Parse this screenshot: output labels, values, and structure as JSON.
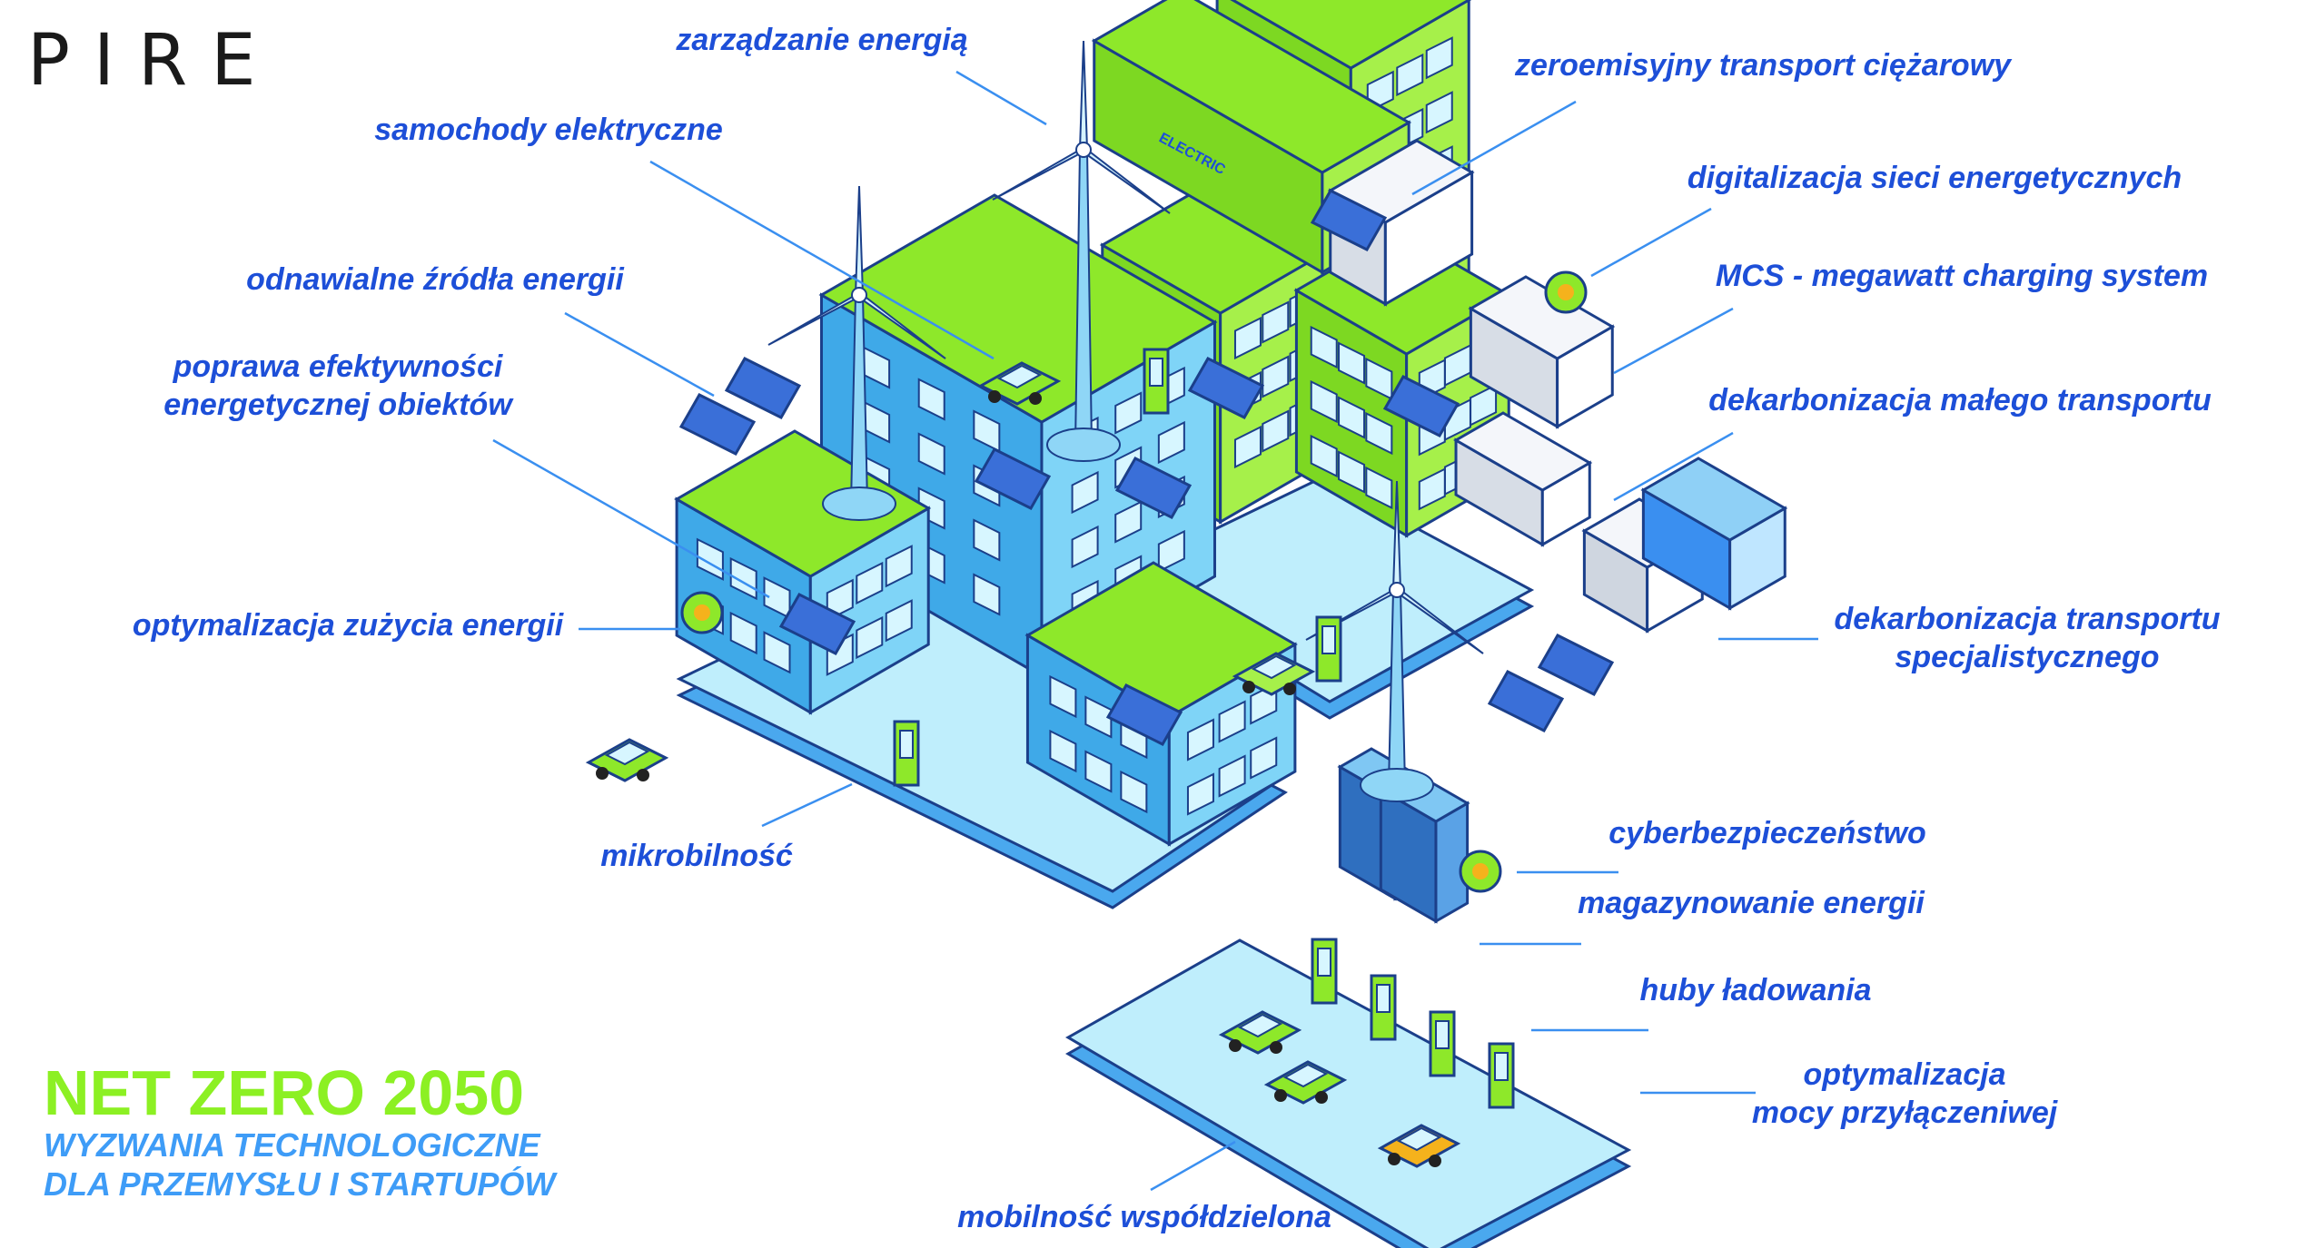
{
  "logo": "PIRE",
  "labels": {
    "energy_management": "zarządzanie energią",
    "zero_emission_trucks": "zeroemisyjny transport ciężarowy",
    "electric_cars": "samochody elektryczne",
    "grid_digitalization": "digitalizacja sieci energetycznych",
    "renewables": "odnawialne źródła energii",
    "mcs": "MCS - megawatt charging system",
    "efficiency_line1": "poprawa efektywności",
    "efficiency_line2": "energetycznej obiektów",
    "small_transport": "dekarbonizacja małego transportu",
    "consumption_optimization": "optymalizacja zużycia energii",
    "special_transport_line1": "dekarbonizacja transportu",
    "special_transport_line2": "specjalistycznego",
    "cybersecurity": "cyberbezpieczeństwo",
    "energy_storage": "magazynowanie energii",
    "micromobility": "mikrobilność",
    "charging_hubs": "huby ładowania",
    "power_optimization_line1": "optymalizacja",
    "power_optimization_line2": "mocy przyłączeniwej",
    "shared_mobility": "mobilność współdzielona"
  },
  "title": {
    "main": "NET ZERO 2050",
    "sub_line1": "WYZWANIA TECHNOLOGICZNE",
    "sub_line2": "DLA PRZEMYSŁU  I STARTUPÓW"
  },
  "truck_text": "ELECTRIC",
  "colors": {
    "label_blue": "#1d4fd8",
    "title_green": "#8cf023",
    "subtitle_blue": "#3e9cf7",
    "platform": "#bfeefc",
    "building_green": "#8ee82a",
    "building_blue": "#5cc6f2",
    "line": "#3a8ff0"
  }
}
